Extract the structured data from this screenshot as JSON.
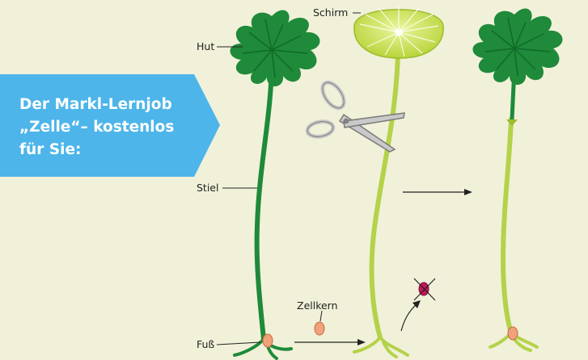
{
  "banner": {
    "lines": [
      "Der Markl-Lernjob",
      "„Zelle“– kostenlos",
      "für Sie:"
    ],
    "color": "#4db5ea"
  },
  "labels": {
    "hut": "Hut",
    "stiel": "Stiel",
    "fuss": "Fuß",
    "schirm": "Schirm",
    "zellkern": "Zellkern"
  },
  "colors": {
    "background": "#f1f1d9",
    "dark_alga": "#1f8a3a",
    "light_alga": "#b4d24a",
    "nucleus": "#f0a27a",
    "destroyed_nucleus": "#c2185b"
  },
  "icons": [
    "scissors-icon",
    "cross-icon"
  ]
}
